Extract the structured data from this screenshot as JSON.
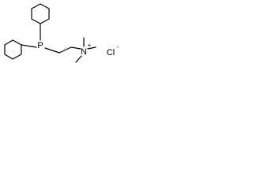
{
  "structure": {
    "atoms": {
      "phosphorus": "P",
      "nitrogen": "N",
      "charge": "+"
    },
    "counterion": "Cl",
    "counterion_charge": "-"
  }
}
